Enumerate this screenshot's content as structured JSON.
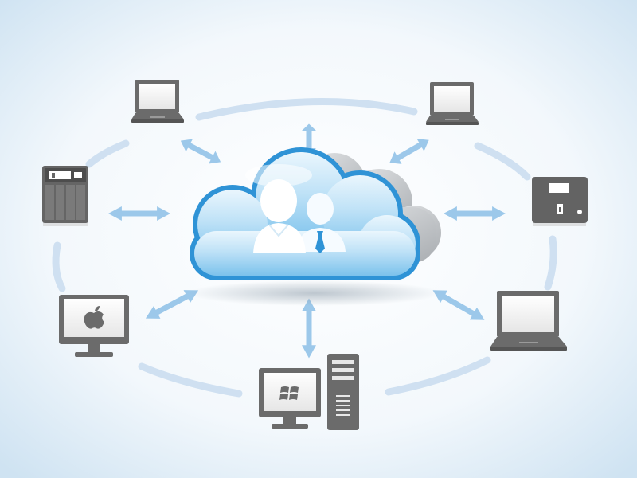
{
  "diagram": {
    "hub": {
      "kind": "cloud",
      "icon": "users-icon"
    },
    "nodes": [
      {
        "id": "laptop-top-left",
        "icon": "laptop-icon"
      },
      {
        "id": "laptop-top-right",
        "icon": "laptop-icon"
      },
      {
        "id": "nas-left",
        "icon": "nas-drive-icon"
      },
      {
        "id": "server-right",
        "icon": "server-box-icon"
      },
      {
        "id": "mac-monitor",
        "icon": "apple-logo-icon"
      },
      {
        "id": "laptop-bottom-right",
        "icon": "laptop-icon"
      },
      {
        "id": "windows-desktop",
        "icon": "windows-logo-icon"
      }
    ],
    "connections": "bidirectional"
  },
  "colors": {
    "background_center": "#ffffff",
    "background_edge": "#cfe3f2",
    "ring": "#cfe0f1",
    "arrow": "#9cc8ea",
    "device": "#6b6b6b",
    "cloud_blue": "#3ea0dc",
    "cloud_gray": "#b9bcbf"
  }
}
